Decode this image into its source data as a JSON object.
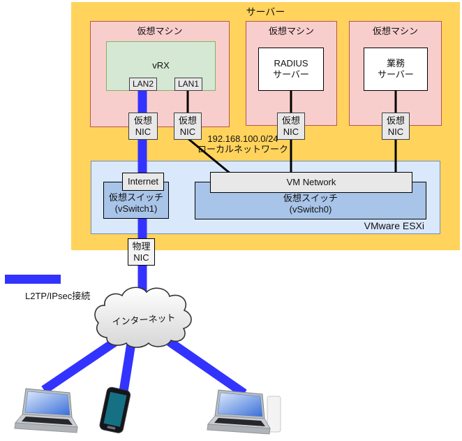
{
  "colors": {
    "server_fill": "#FFD35C",
    "vm_fill": "#F8CECC",
    "vm_border": "#B85450",
    "vrx_fill": "#D5E8D4",
    "vrx_border": "#82B366",
    "esxi_fill": "#DAE8FC",
    "esxi_border": "#6C8EBF",
    "vswitch_fill": "#A8C4E8",
    "node_fill": "#E8E8E8",
    "link_blue": "#3333FF",
    "link_black": "#000000"
  },
  "server": {
    "label": "サーバー"
  },
  "vm": {
    "label": "仮想マシン"
  },
  "vrx": {
    "label": "vRX",
    "lan2": "LAN2",
    "lan1": "LAN1"
  },
  "radius": {
    "line1": "RADIUS",
    "line2": "サーバー"
  },
  "business": {
    "line1": "業務",
    "line2": "サーバー"
  },
  "virtual_nic": {
    "line1": "仮想",
    "line2": "NIC"
  },
  "physical_nic": {
    "line1": "物理",
    "line2": "NIC"
  },
  "esxi": {
    "label": "VMware ESXi"
  },
  "vswitch1": {
    "line1": "仮想スイッチ",
    "line2": "(vSwitch1)",
    "port": "Internet"
  },
  "vswitch0": {
    "line1": "仮想スイッチ",
    "line2": "(vSwitch0)",
    "port": "VM Network"
  },
  "local_network": {
    "line1": "192.168.100.0/24",
    "line2": "ローカルネットワーク"
  },
  "legend": {
    "label": "L2TP/IPsec接続"
  },
  "internet_cloud": {
    "label": "インターネット"
  }
}
